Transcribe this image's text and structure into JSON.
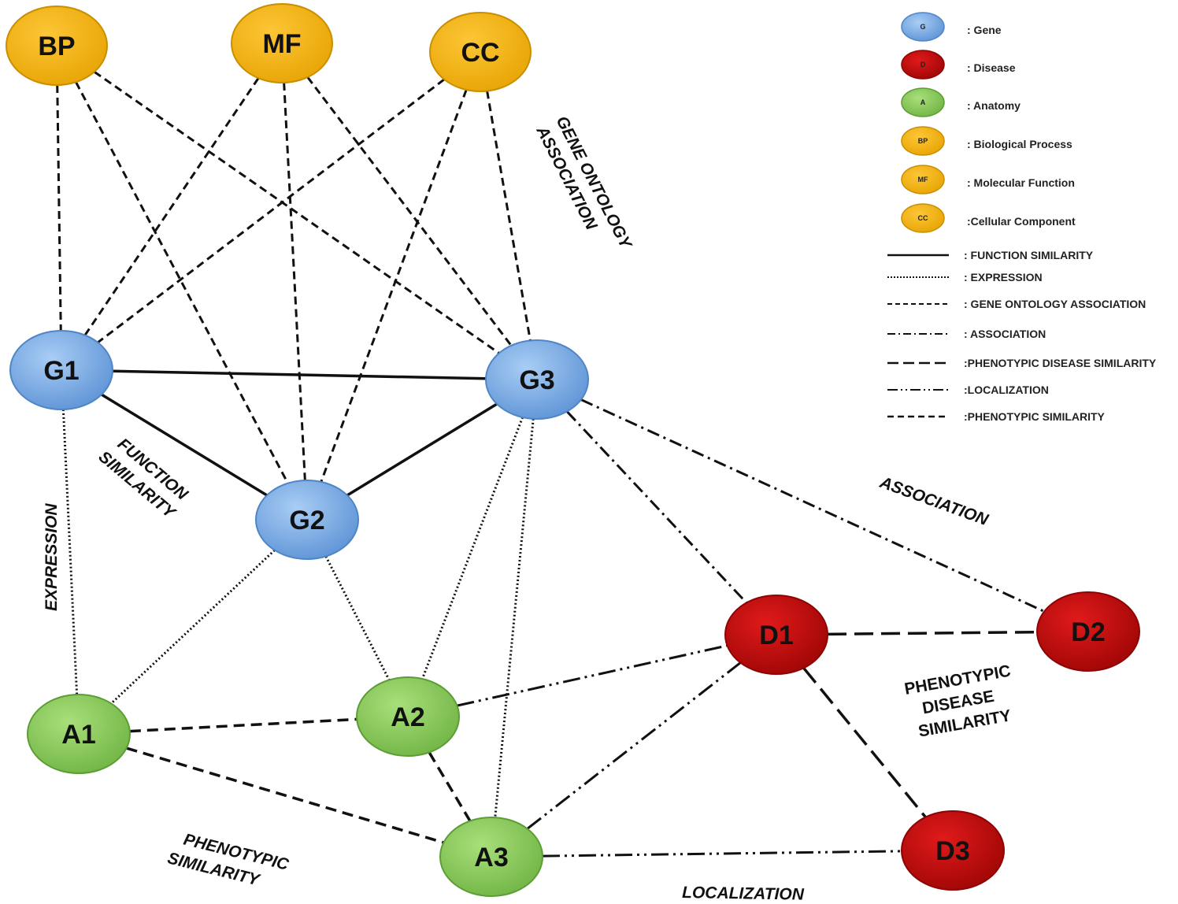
{
  "colors": {
    "gene": "#7aaee8",
    "gene_dark": "#4f86c6",
    "disease": "#cc0c0c",
    "disease_dark": "#8e0404",
    "anatomy": "#8fd160",
    "anatomy_dark": "#5c9e36",
    "ontology": "#f7b70d",
    "ontology_dark": "#c98f00"
  },
  "nodes": {
    "bp": {
      "label": "BP",
      "type": "ontology"
    },
    "mf": {
      "label": "MF",
      "type": "ontology"
    },
    "cc": {
      "label": "CC",
      "type": "ontology"
    },
    "g1": {
      "label": "G1",
      "type": "gene"
    },
    "g2": {
      "label": "G2",
      "type": "gene"
    },
    "g3": {
      "label": "G3",
      "type": "gene"
    },
    "a1": {
      "label": "A1",
      "type": "anatomy"
    },
    "a2": {
      "label": "A2",
      "type": "anatomy"
    },
    "a3": {
      "label": "A3",
      "type": "anatomy"
    },
    "d1": {
      "label": "D1",
      "type": "disease"
    },
    "d2": {
      "label": "D2",
      "type": "disease"
    },
    "d3": {
      "label": "D3",
      "type": "disease"
    }
  },
  "edges": [
    {
      "from": "bp",
      "to": "g1",
      "kind": "gene_ontology"
    },
    {
      "from": "bp",
      "to": "g2",
      "kind": "gene_ontology"
    },
    {
      "from": "bp",
      "to": "g3",
      "kind": "gene_ontology"
    },
    {
      "from": "mf",
      "to": "g1",
      "kind": "gene_ontology"
    },
    {
      "from": "mf",
      "to": "g2",
      "kind": "gene_ontology"
    },
    {
      "from": "mf",
      "to": "g3",
      "kind": "gene_ontology"
    },
    {
      "from": "cc",
      "to": "g1",
      "kind": "gene_ontology"
    },
    {
      "from": "cc",
      "to": "g2",
      "kind": "gene_ontology"
    },
    {
      "from": "cc",
      "to": "g3",
      "kind": "gene_ontology"
    },
    {
      "from": "g1",
      "to": "g3",
      "kind": "function"
    },
    {
      "from": "g1",
      "to": "g2",
      "kind": "function"
    },
    {
      "from": "g2",
      "to": "g3",
      "kind": "function"
    },
    {
      "from": "g1",
      "to": "a1",
      "kind": "expression"
    },
    {
      "from": "g2",
      "to": "a1",
      "kind": "expression"
    },
    {
      "from": "g2",
      "to": "a2",
      "kind": "expression"
    },
    {
      "from": "g3",
      "to": "a2",
      "kind": "expression"
    },
    {
      "from": "g3",
      "to": "a3",
      "kind": "expression"
    },
    {
      "from": "a1",
      "to": "a2",
      "kind": "phenotypic"
    },
    {
      "from": "a1",
      "to": "a3",
      "kind": "phenotypic"
    },
    {
      "from": "a2",
      "to": "a3",
      "kind": "phenotypic"
    },
    {
      "from": "g3",
      "to": "d1",
      "kind": "association"
    },
    {
      "from": "g3",
      "to": "d2",
      "kind": "association"
    },
    {
      "from": "d1",
      "to": "d2",
      "kind": "disease_similarity"
    },
    {
      "from": "d1",
      "to": "d3",
      "kind": "disease_similarity"
    },
    {
      "from": "a2",
      "to": "d1",
      "kind": "localization"
    },
    {
      "from": "a3",
      "to": "d1",
      "kind": "localization"
    },
    {
      "from": "a3",
      "to": "d3",
      "kind": "localization"
    }
  ],
  "edge_labels": {
    "gene_ontology": [
      "GENE ONTOLOGY",
      "ASSOCIATION"
    ],
    "function": [
      "FUNCTION",
      "SIMILARITY"
    ],
    "expression": "EXPRESSION",
    "association": "ASSOCIATION",
    "disease_similarity": [
      "PHENOTYPIC",
      "DISEASE",
      "SIMILARITY"
    ],
    "phenotypic": [
      "PHENOTYPIC",
      "SIMILARITY"
    ],
    "localization": "LOCALIZATION"
  },
  "legend": {
    "nodes": [
      {
        "abbr": "G",
        "text": ": Gene",
        "type": "gene"
      },
      {
        "abbr": "D",
        "text": ": Disease",
        "type": "disease"
      },
      {
        "abbr": "A",
        "text": ": Anatomy",
        "type": "anatomy"
      },
      {
        "abbr": "BP",
        "text": ": Biological Process",
        "type": "ontology"
      },
      {
        "abbr": "MF",
        "text": ": Molecular Function",
        "type": "ontology"
      },
      {
        "abbr": "CC",
        "text": ":Cellular Component",
        "type": "ontology"
      }
    ],
    "lines": [
      {
        "kind": "function",
        "text": ": FUNCTION SIMILARITY"
      },
      {
        "kind": "expression",
        "text": ": EXPRESSION"
      },
      {
        "kind": "gene_ontology",
        "text": ": GENE ONTOLOGY ASSOCIATION"
      },
      {
        "kind": "association",
        "text": ": ASSOCIATION"
      },
      {
        "kind": "disease_similarity",
        "text": ":PHENOTYPIC DISEASE SIMILARITY"
      },
      {
        "kind": "localization",
        "text": ":LOCALIZATION"
      },
      {
        "kind": "phenotypic",
        "text": ":PHENOTYPIC SIMILARITY"
      }
    ]
  }
}
